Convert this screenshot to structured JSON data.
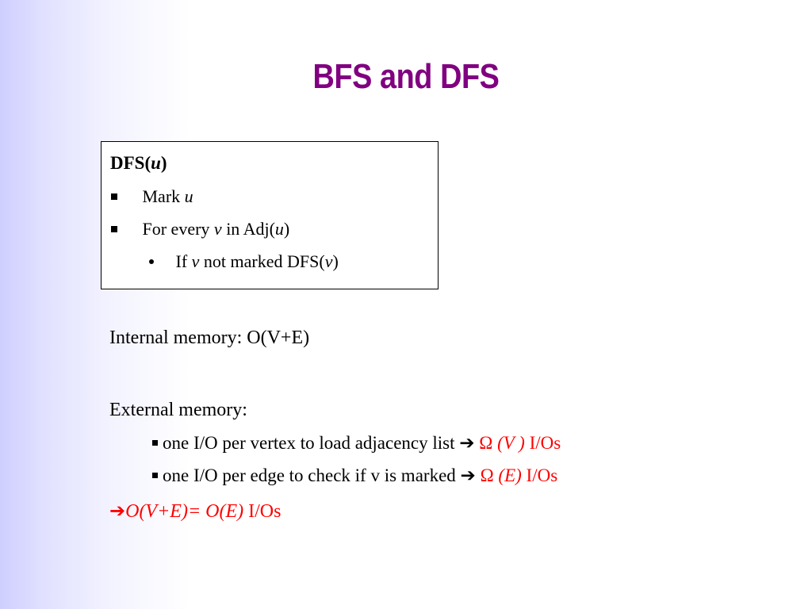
{
  "slide": {
    "title": "BFS and DFS"
  },
  "dfs_box": {
    "heading_prefix": "DFS(",
    "heading_var": "u",
    "heading_suffix": ")",
    "item1_text": "Mark ",
    "item1_var": "u",
    "item2_text1": "For every ",
    "item2_var1": "v",
    "item2_text2": " in Adj(",
    "item2_var2": "u",
    "item2_text3": ")",
    "sub_text1": "If ",
    "sub_var1": "v",
    "sub_text2": " not marked  DFS(",
    "sub_var2": "v",
    "sub_text3": ")"
  },
  "internal_memory": {
    "label": "Internal memory:  O(V+E)"
  },
  "external_memory": {
    "label": "External memory:",
    "point1": {
      "text": "one I/O per vertex to load adjacency list  ",
      "arrow": "➔",
      "omega": " Ω",
      "arg": " (V )",
      "unit": " I/Os"
    },
    "point2": {
      "text": "one I/O per edge to check if v is marked ",
      "arrow": "➔",
      "omega": " Ω",
      "arg": " (E)",
      "unit": " I/Os"
    }
  },
  "conclusion": {
    "arrow": "➔",
    "expr": "O(V+E)= O(E)",
    "unit": " I/Os"
  },
  "colors": {
    "title": "#800080",
    "accent_red": "#ff0000",
    "sidebar_gradient": "#cfcfff"
  }
}
